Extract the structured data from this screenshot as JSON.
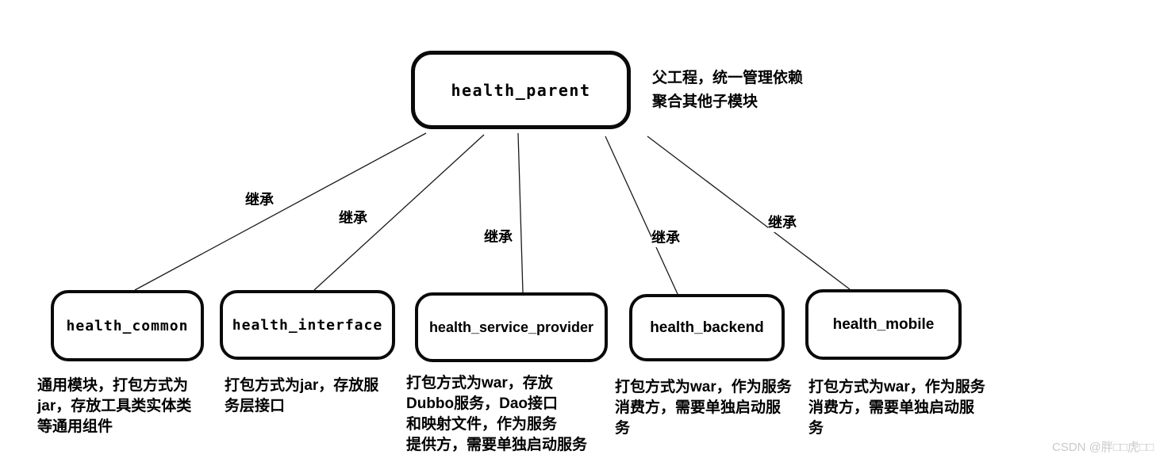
{
  "diagram": {
    "kind": "maven-module-architecture",
    "background": "#ffffff"
  },
  "nodes": {
    "parent": {
      "label": "health_parent",
      "note": "父工程，统一管理依赖\n聚合其他子模块"
    },
    "children": [
      {
        "label": "health_common",
        "desc": "通用模块，打包方式为\njar，存放工具类实体类\n等通用组件"
      },
      {
        "label": "health_interface",
        "desc": "打包方式为jar，存放服\n务层接口"
      },
      {
        "label": "health_service_provider",
        "desc": "打包方式为war，存放\nDubbo服务，Dao接口\n和映射文件，作为服务\n提供方，需要单独启动服务"
      },
      {
        "label": "health_backend",
        "desc": "打包方式为war，作为服务\n消费方，需要单独启动服\n务"
      },
      {
        "label": "health_mobile",
        "desc": "打包方式为war，作为服务\n消费方，需要单独启动服\n务"
      }
    ]
  },
  "edges": [
    {
      "label": "继承"
    },
    {
      "label": "继承"
    },
    {
      "label": "继承"
    },
    {
      "label": "继承"
    },
    {
      "label": "继承"
    }
  ],
  "watermark": "CSDN @胖□□虎□□",
  "colors": {
    "line": "#1a1a1a",
    "text": "#000000",
    "border": "#0a0a0a",
    "watermark": "#c9c9c9"
  }
}
